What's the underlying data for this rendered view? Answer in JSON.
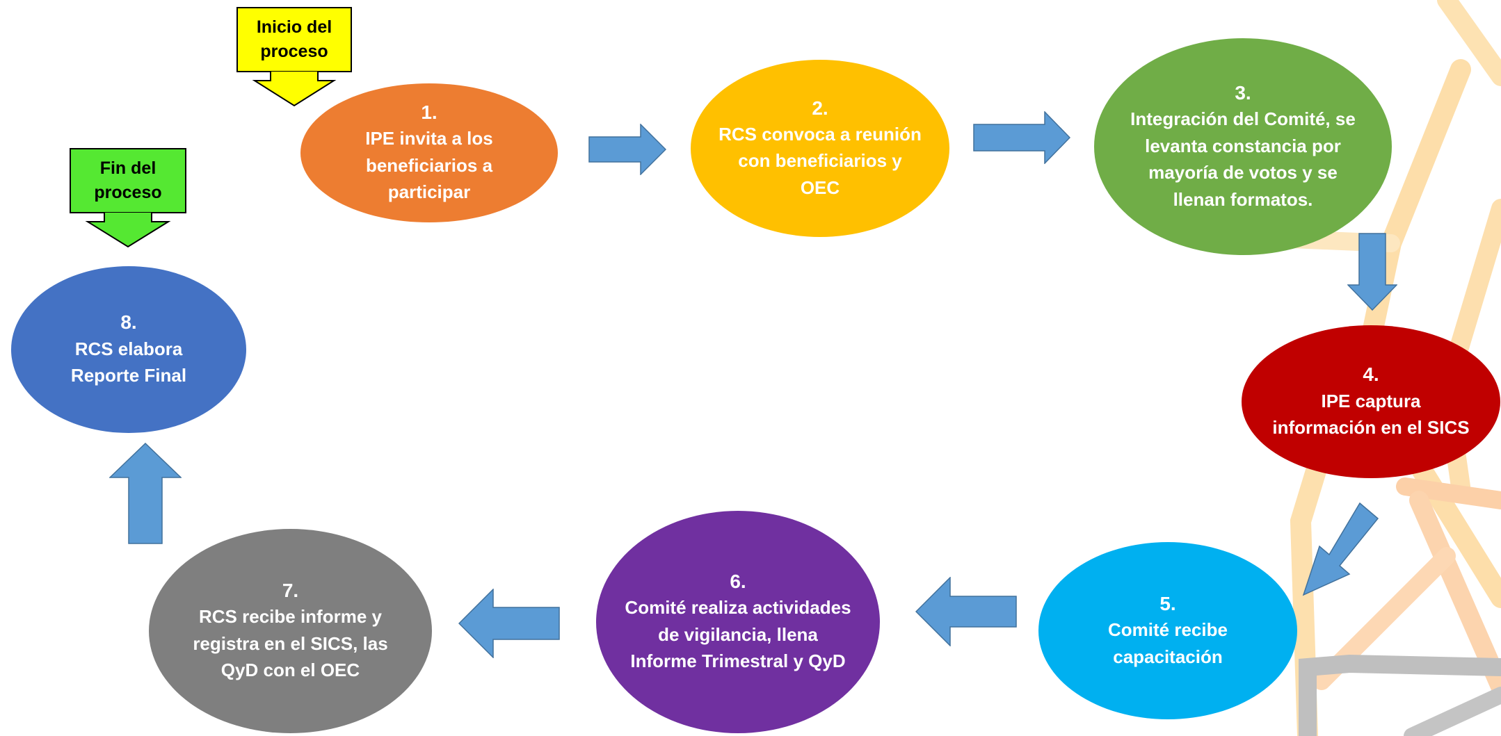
{
  "start_callout": {
    "text": "Inicio del proceso",
    "color": "#ffff00"
  },
  "end_callout": {
    "text": "Fin del proceso",
    "color": "#55e832"
  },
  "steps": [
    {
      "num": "1.",
      "text": "IPE invita a los beneficiarios a participar",
      "color": "#ed7d31"
    },
    {
      "num": "2.",
      "text": "RCS convoca a reunión con beneficiarios y OEC",
      "color": "#ffc000"
    },
    {
      "num": "3.",
      "text": "Integración del Comité, se levanta constancia por mayoría de votos y se llenan formatos.",
      "color": "#70ad47"
    },
    {
      "num": "4.",
      "text": "IPE captura información en el SICS",
      "color": "#c00000"
    },
    {
      "num": "5.",
      "text": "Comité recibe capacitación",
      "color": "#00b0f0"
    },
    {
      "num": "6.",
      "text": "Comité realiza actividades de vigilancia, llena Informe Trimestral y QyD",
      "color": "#7030a0"
    },
    {
      "num": "7.",
      "text": "RCS recibe informe y registra en el SICS, las QyD con el OEC",
      "color": "#7f7f7f"
    },
    {
      "num": "8.",
      "text": "RCS elabora Reporte Final",
      "color": "#4472c4"
    }
  ],
  "arrow_color": "#5b9bd5"
}
